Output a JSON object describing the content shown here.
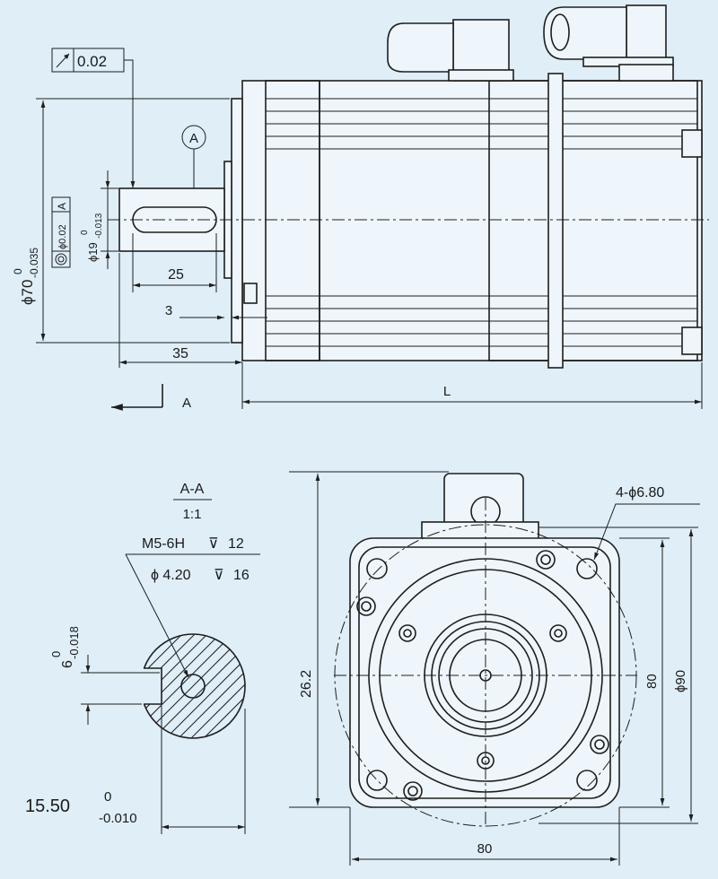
{
  "side_view": {
    "runout_value": "0.02",
    "datum_label": "A",
    "flange_dia": "ϕ70",
    "flange_tol_upper": "0",
    "flange_tol_lower": "-0.035",
    "coax_value": "ϕ0.02",
    "coax_datum": "A",
    "shaft_dia": "ϕ19",
    "shaft_tol_upper": "0",
    "shaft_tol_lower": "-0.013",
    "keyway_length": "25",
    "flange_thickness": "3",
    "shaft_length": "35",
    "total_length": "L",
    "section_label": "A"
  },
  "section_view": {
    "title": "A-A",
    "scale": "1:1",
    "thread_spec": "M5-6H",
    "thread_depth": "12",
    "drill_spec": "ϕ 4.20",
    "drill_depth": "16",
    "key_width": "6",
    "key_tol_upper": "0",
    "key_tol_lower": "-0.018",
    "key_height": "15.50",
    "key_height_tol_upper": "0",
    "key_height_tol_lower": "-0.010",
    "depth_symbol": "⊽"
  },
  "front_view": {
    "holes": "4-ϕ6.80",
    "height": "26.2",
    "square_v": "80",
    "pcd": "ϕ90",
    "square_h": "80"
  }
}
